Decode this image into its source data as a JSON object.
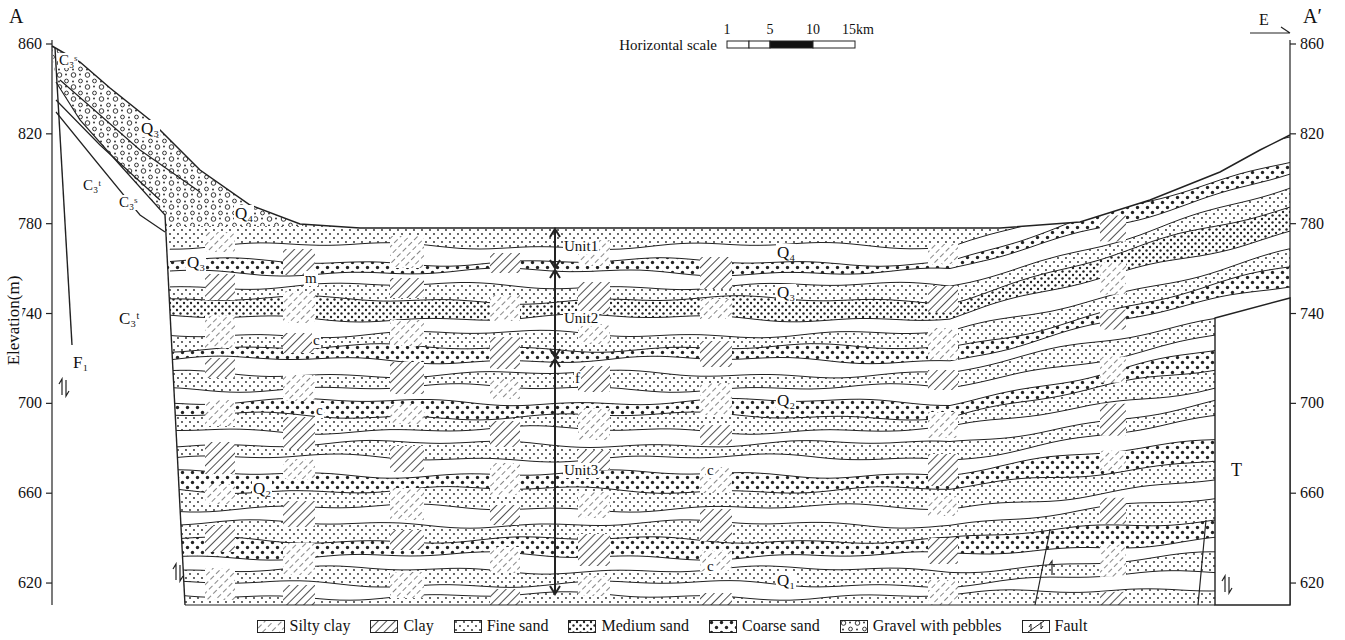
{
  "diagram": {
    "labels": [
      "A",
      "A′",
      "E",
      "Horizontal scale",
      "1",
      "5",
      "10",
      "15km",
      "860",
      "820",
      "780",
      "740",
      "700",
      "660",
      "620",
      "860",
      "820",
      "780",
      "740",
      "700",
      "660",
      "620",
      "Elevation(m)",
      "C₃ˢ",
      "Q₃",
      "C₃ᵗ",
      "C₃ˢ",
      "Q₄",
      "Q₃",
      "m",
      "C₃ᵗ",
      "F₁",
      "c",
      "Unit1",
      "Unit2",
      "Unit3",
      "Q₄",
      "Q₃",
      "Q₂",
      "f",
      "Q₂",
      "c",
      "c",
      "c",
      "Q₁",
      "T"
    ],
    "legend": [
      {
        "text": "Silty clay"
      },
      {
        "text": "Clay"
      },
      {
        "text": "Fine sand"
      },
      {
        "text": "Medium sand"
      },
      {
        "text": "Coarse sand"
      },
      {
        "text": "Gravel with pebbles"
      },
      {
        "text": "Fault"
      }
    ]
  }
}
